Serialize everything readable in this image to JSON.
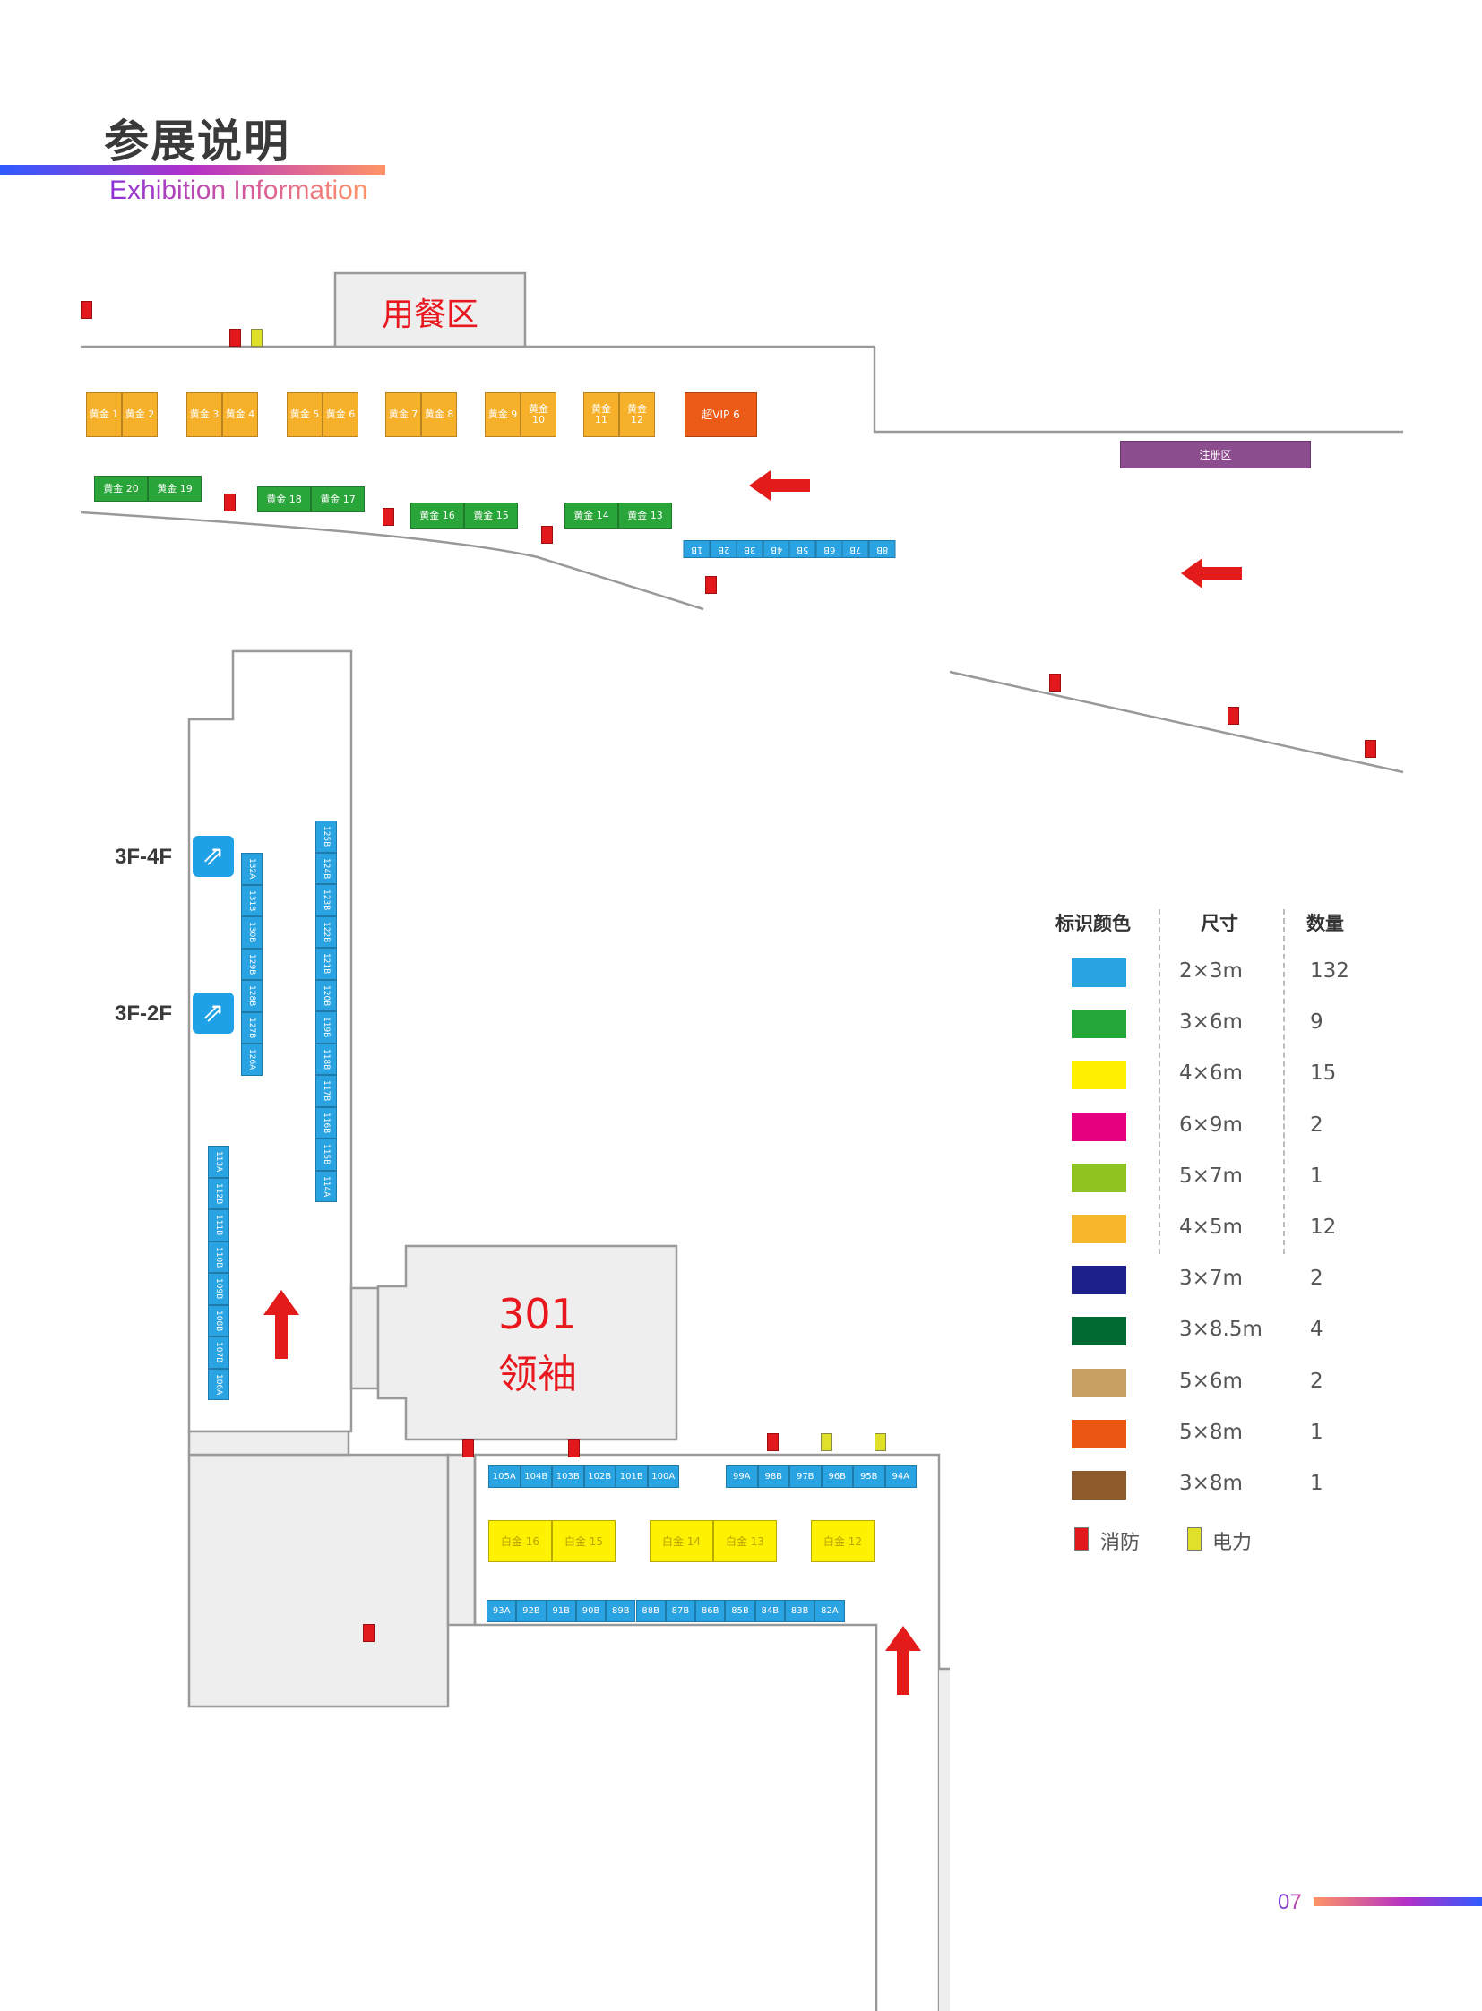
{
  "header": {
    "title_cn": "参展说明",
    "title_en": "Exhibition Information"
  },
  "map": {
    "dining_area": "用餐区",
    "room_301": {
      "number": "301",
      "name": "领袖"
    },
    "registration": "注册区",
    "vip_booth": "超VIP 6",
    "floor_links": [
      {
        "label": "3F-4F",
        "icon": "escalator-icon"
      },
      {
        "label": "3F-2F",
        "icon": "escalator-icon"
      }
    ],
    "orange_booths": [
      "黄金 1",
      "黄金 2",
      "黄金 3",
      "黄金 4",
      "黄金 5",
      "黄金 6",
      "黄金 7",
      "黄金 8",
      "黄金 9",
      "黄金 10",
      "黄金 11",
      "黄金 12"
    ],
    "green_booths": [
      "黄金 20",
      "黄金 19",
      "黄金 18",
      "黄金 17",
      "黄金 16",
      "黄金 15",
      "黄金 14",
      "黄金 13"
    ],
    "top_blue_row": [
      "1B",
      "2B",
      "3B",
      "4B",
      "5B",
      "6B",
      "7B",
      "8B"
    ],
    "column_inner": [
      "132A",
      "131B",
      "130B",
      "129B",
      "128B",
      "127B",
      "126A"
    ],
    "column_right": [
      "125B",
      "124B",
      "123B",
      "122B",
      "121B",
      "120B",
      "119B",
      "118B",
      "117B",
      "116B",
      "115B",
      "114A"
    ],
    "column_left": [
      "113A",
      "112B",
      "111B",
      "110B",
      "109B",
      "108B",
      "107B",
      "106A"
    ],
    "lower_blue_row_a": [
      "105A",
      "104B",
      "103B",
      "102B",
      "101B",
      "100A"
    ],
    "lower_blue_row_b": [
      "99A",
      "98B",
      "97B",
      "96B",
      "95B",
      "94A"
    ],
    "yellow_booths": [
      "白金 16",
      "白金 15",
      "白金 14",
      "白金 13",
      "白金 12"
    ],
    "bottom_blue_row": [
      "93A",
      "92B",
      "91B",
      "90B",
      "89B",
      "88B",
      "87B",
      "86B",
      "85B",
      "84B",
      "83B",
      "82A"
    ]
  },
  "legend": {
    "headers": {
      "color": "标识颜色",
      "size": "尺寸",
      "count": "数量"
    },
    "rows": [
      {
        "color": "#29a3e1",
        "size": "2×3m",
        "count": "132"
      },
      {
        "color": "#24a638",
        "size": "3×6m",
        "count": "9"
      },
      {
        "color": "#fff100",
        "size": "4×6m",
        "count": "15"
      },
      {
        "color": "#e4007f",
        "size": "6×9m",
        "count": "2"
      },
      {
        "color": "#8fc31f",
        "size": "5×7m",
        "count": "1"
      },
      {
        "color": "#f8b62d",
        "size": "4×5m",
        "count": "12"
      },
      {
        "color": "#1d2088",
        "size": "3×7m",
        "count": "2"
      },
      {
        "color": "#006934",
        "size": "3×8.5m",
        "count": "4"
      },
      {
        "color": "#c9a063",
        "size": "5×6m",
        "count": "2"
      },
      {
        "color": "#ea5514",
        "size": "5×8m",
        "count": "1"
      },
      {
        "color": "#8f5a2e",
        "size": "3×8m",
        "count": "1"
      }
    ],
    "keys": [
      {
        "label": "消防",
        "color": "#e3181c"
      },
      {
        "label": "电力",
        "color": "#e0e02a"
      }
    ]
  },
  "footer": {
    "page_number": "07"
  }
}
